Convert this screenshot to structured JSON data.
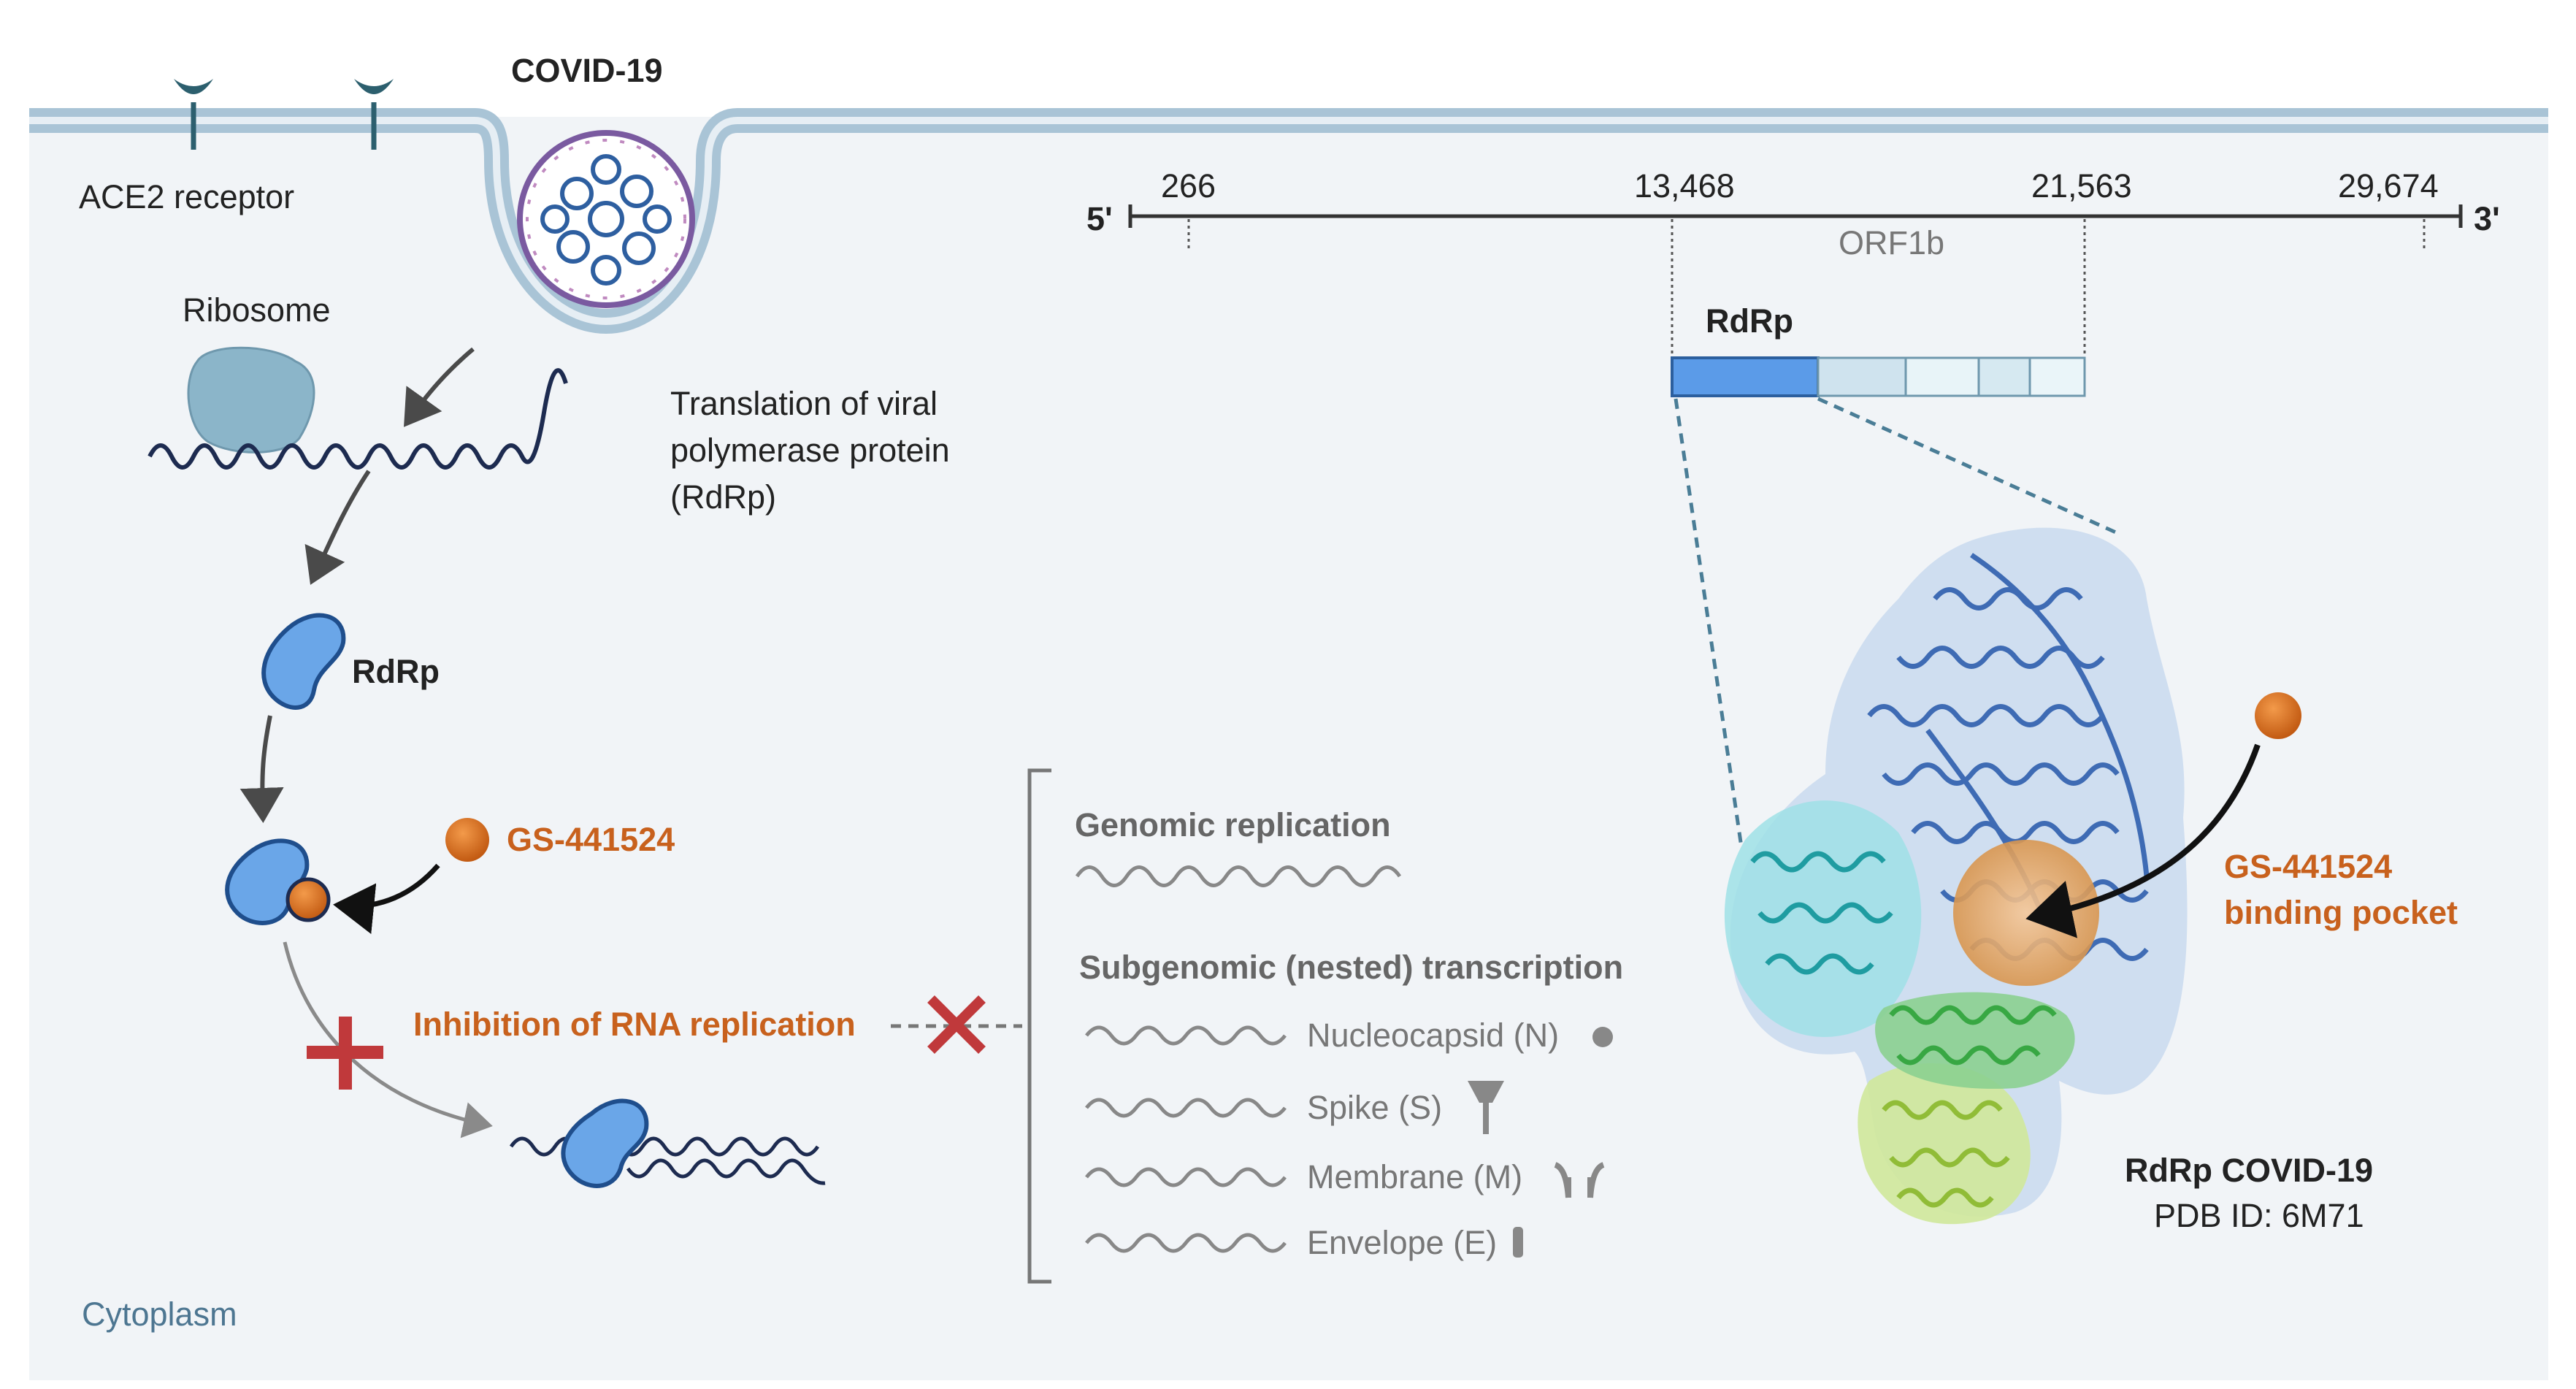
{
  "colors": {
    "background": "#f1f4f7",
    "membrane": "#a9c4d6",
    "receptor": "#2c5f6e",
    "rdrp_blue": "#6aa6e8",
    "rdrp_outline": "#1f4e8c",
    "drug_orange": "#d9691c",
    "inhibit_red": "#c0393b",
    "rna_dark": "#1d2b50",
    "text_orange": "#c8611d"
  },
  "top_left": {
    "virus_label": "COVID-19",
    "receptor_label": "ACE2 receptor",
    "ribosome_label": "Ribosome",
    "translation_label_lines": [
      "Translation of viral",
      "polymerase protein",
      "(RdRp)"
    ],
    "rdrp_label": "RdRp",
    "drug_label": "GS-441524",
    "inhibition_label": "Inhibition of RNA replication",
    "cytoplasm_label": "Cytoplasm"
  },
  "replication_panel": {
    "genomic_title": "Genomic replication",
    "subgenomic_title": "Subgenomic (nested) transcription",
    "items": [
      {
        "label": "Nucleocapsid (N)",
        "icon": "circle-icon"
      },
      {
        "label": "Spike (S)",
        "icon": "spike-icon"
      },
      {
        "label": "Membrane (M)",
        "icon": "membrane-protein-icon"
      },
      {
        "label": "Envelope (E)",
        "icon": "envelope-protein-icon"
      }
    ]
  },
  "genome_map": {
    "five_prime": "5'",
    "three_prime": "3'",
    "positions": [
      "266",
      "13,468",
      "21,563",
      "29,674"
    ],
    "orf_label": "ORF1b",
    "rdrp_segment_label": "RdRp"
  },
  "structure": {
    "pocket_label_lines": [
      "GS-441524",
      "binding pocket"
    ],
    "title": "RdRp COVID-19",
    "pdb_id": "PDB ID: 6M71"
  }
}
